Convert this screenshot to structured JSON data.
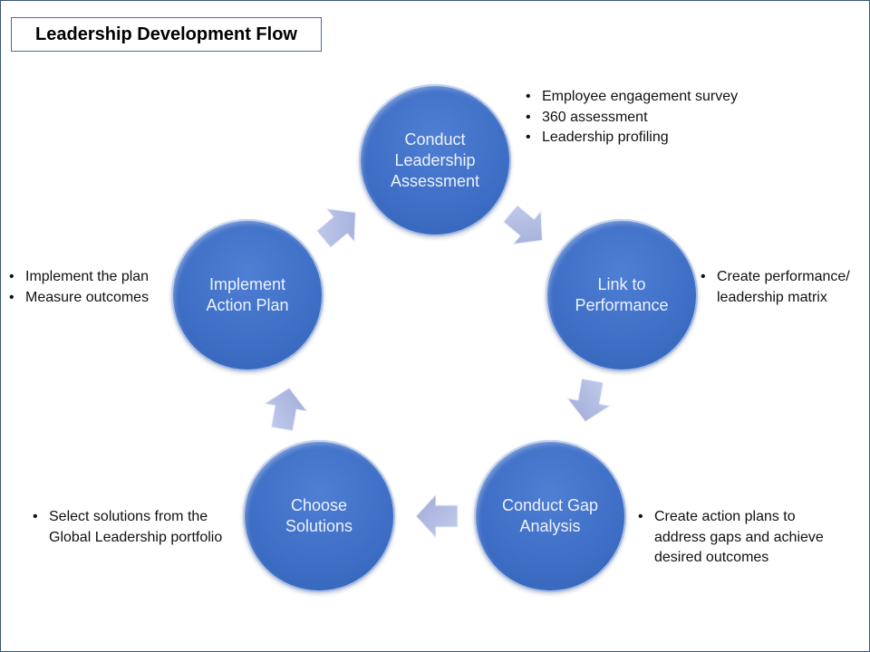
{
  "title": "Leadership Development Flow",
  "colors": {
    "circle_fill": "#3f6fc6",
    "circle_text": "#eef2fb",
    "arrow_fill": "#aab6df",
    "frame_border": "#3b5577",
    "title_border": "#4a6a9a"
  },
  "steps": [
    {
      "label": "Conduct\nLeadership\nAssessment",
      "notes": [
        "Employee engagement survey",
        "360 assessment",
        "Leadership profiling"
      ]
    },
    {
      "label": "Link to\nPerformance",
      "notes": [
        "Create performance/ leadership matrix"
      ]
    },
    {
      "label": "Conduct Gap\nAnalysis",
      "notes": [
        "Create action plans to address gaps and achieve desired outcomes"
      ]
    },
    {
      "label": "Choose\nSolutions",
      "notes": [
        "Select solutions from the Global Leadership portfolio"
      ]
    },
    {
      "label": "Implement\nAction Plan",
      "notes": [
        "Implement the plan",
        "Measure outcomes"
      ]
    }
  ],
  "arrows": [
    {
      "from": "Conduct Leadership Assessment",
      "to": "Link to Performance",
      "icon": "arrow-down-right-icon"
    },
    {
      "from": "Link to Performance",
      "to": "Conduct Gap Analysis",
      "icon": "arrow-down-icon"
    },
    {
      "from": "Conduct Gap Analysis",
      "to": "Choose Solutions",
      "icon": "arrow-left-icon"
    },
    {
      "from": "Choose Solutions",
      "to": "Implement Action Plan",
      "icon": "arrow-up-icon"
    },
    {
      "from": "Implement Action Plan",
      "to": "Conduct Leadership Assessment",
      "icon": "arrow-up-right-icon"
    }
  ]
}
